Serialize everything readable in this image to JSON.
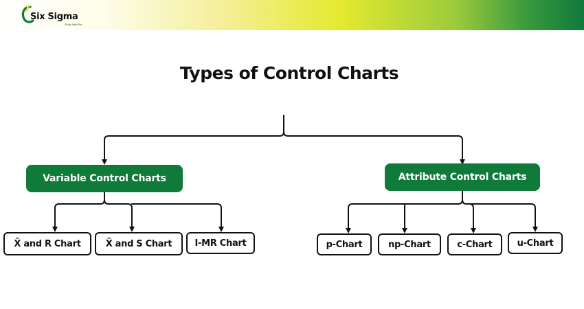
{
  "brand": {
    "name": "Six Sigma",
    "tagline": "Study Best Pvt",
    "colors": {
      "green": "#0f7a3a",
      "yellow": "#e5ea2f"
    }
  },
  "diagram": {
    "title": "Types of Control Charts",
    "categories": [
      {
        "label": "Variable Control Charts",
        "children": [
          "X̄ and R Chart",
          "X̄ and S Chart",
          "I-MR Chart"
        ]
      },
      {
        "label": "Attribute Control Charts",
        "children": [
          "p-Chart",
          "np-Chart",
          "c-Chart",
          "u-Chart"
        ]
      }
    ]
  }
}
